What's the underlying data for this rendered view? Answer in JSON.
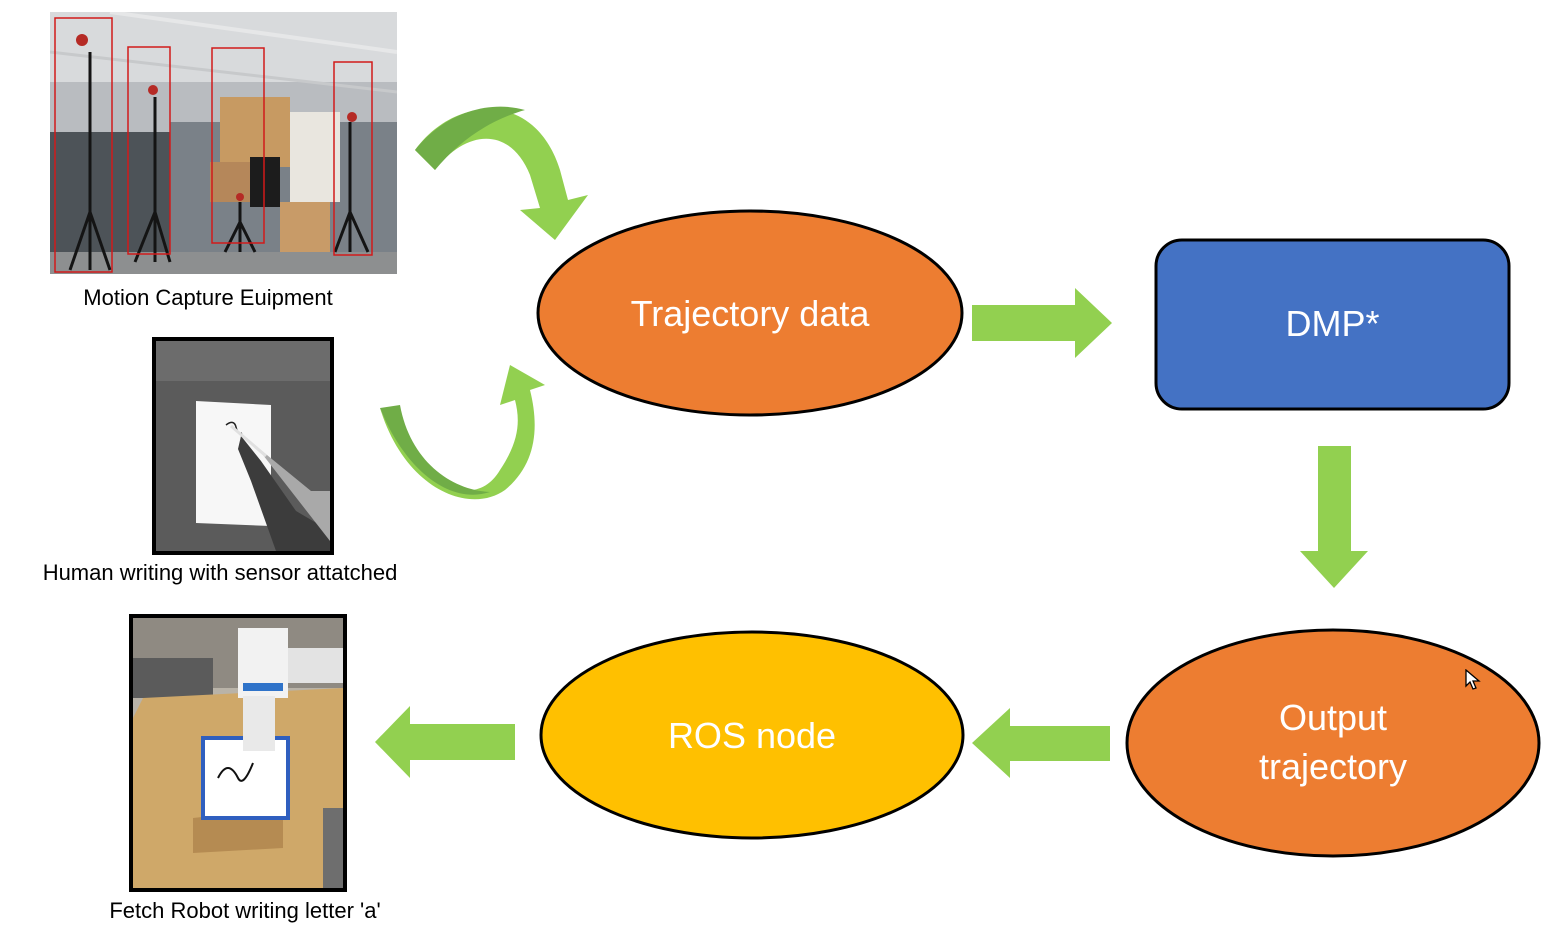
{
  "captions": {
    "motion_capture": "Motion Capture Euipment",
    "human_writing": "Human writing with sensor attatched",
    "fetch_robot": "Fetch Robot writing letter 'a'"
  },
  "nodes": {
    "trajectory_data": "Trajectory data",
    "dmp": "DMP*",
    "output_trajectory_line1": "Output",
    "output_trajectory_line2": "trajectory",
    "ros_node": "ROS node"
  },
  "colors": {
    "orange": "#ED7D31",
    "blue": "#4472C4",
    "gold": "#FFC000",
    "arrow_green": "#92D050",
    "arrow_dark_green": "#70AD47"
  },
  "icons": {
    "cursor": "mouse-pointer-icon"
  }
}
